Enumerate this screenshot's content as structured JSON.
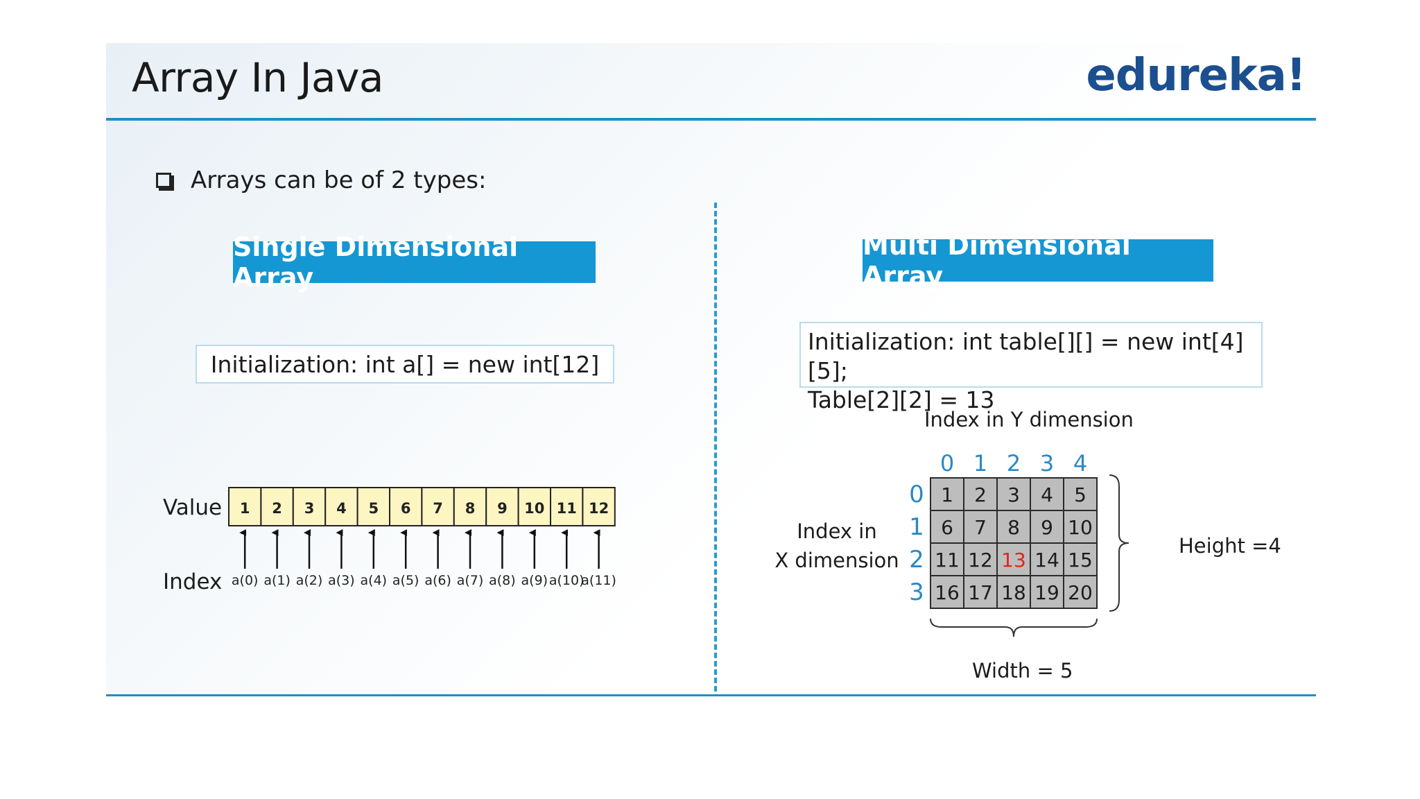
{
  "slide": {
    "title": "Array In Java",
    "logo": "edureka!",
    "bullet": "Arrays can be  of 2 types:",
    "bullet_icon": "checkbox-square-icon"
  },
  "single": {
    "heading": "Single Dimensional Array",
    "init": "Initialization:  int a[] = new int[12]",
    "value_label": "Value",
    "index_label": "Index",
    "values": [
      "1",
      "2",
      "3",
      "4",
      "5",
      "6",
      "7",
      "8",
      "9",
      "10",
      "11",
      "12"
    ],
    "indices": [
      "a(0)",
      "a(1)",
      "a(2)",
      "a(3)",
      "a(4)",
      "a(5)",
      "a(6)",
      "a(7)",
      "a(8)",
      "a(9)",
      "a(10)",
      "a(11)"
    ]
  },
  "multi": {
    "heading": "Multi Dimensional Array",
    "init_line1": "Initialization:  int table[][] = new int[4][5];",
    "init_line2": "Table[2][2] = 13",
    "y_label": "Index in Y dimension",
    "x_label_line1": "Index in",
    "x_label_line2": "X dimension",
    "height_label": "Height =4",
    "width_label": "Width = 5",
    "col_indices": [
      "0",
      "1",
      "2",
      "3",
      "4"
    ],
    "row_indices": [
      "0",
      "1",
      "2",
      "3"
    ],
    "grid": [
      [
        "1",
        "2",
        "3",
        "4",
        "5"
      ],
      [
        "6",
        "7",
        "8",
        "9",
        "10"
      ],
      [
        "11",
        "12",
        "13",
        "14",
        "15"
      ],
      [
        "16",
        "17",
        "18",
        "19",
        "20"
      ]
    ],
    "highlight": {
      "row": 2,
      "col": 2
    }
  },
  "colors": {
    "accent": "#1597d3",
    "rule": "#1f8fc5",
    "logo": "#1b4f8f",
    "value_cell": "#fdf6c3",
    "grid_cell": "#bdbdbd",
    "index_blue": "#2a88c6",
    "highlight": "#e0241b"
  }
}
